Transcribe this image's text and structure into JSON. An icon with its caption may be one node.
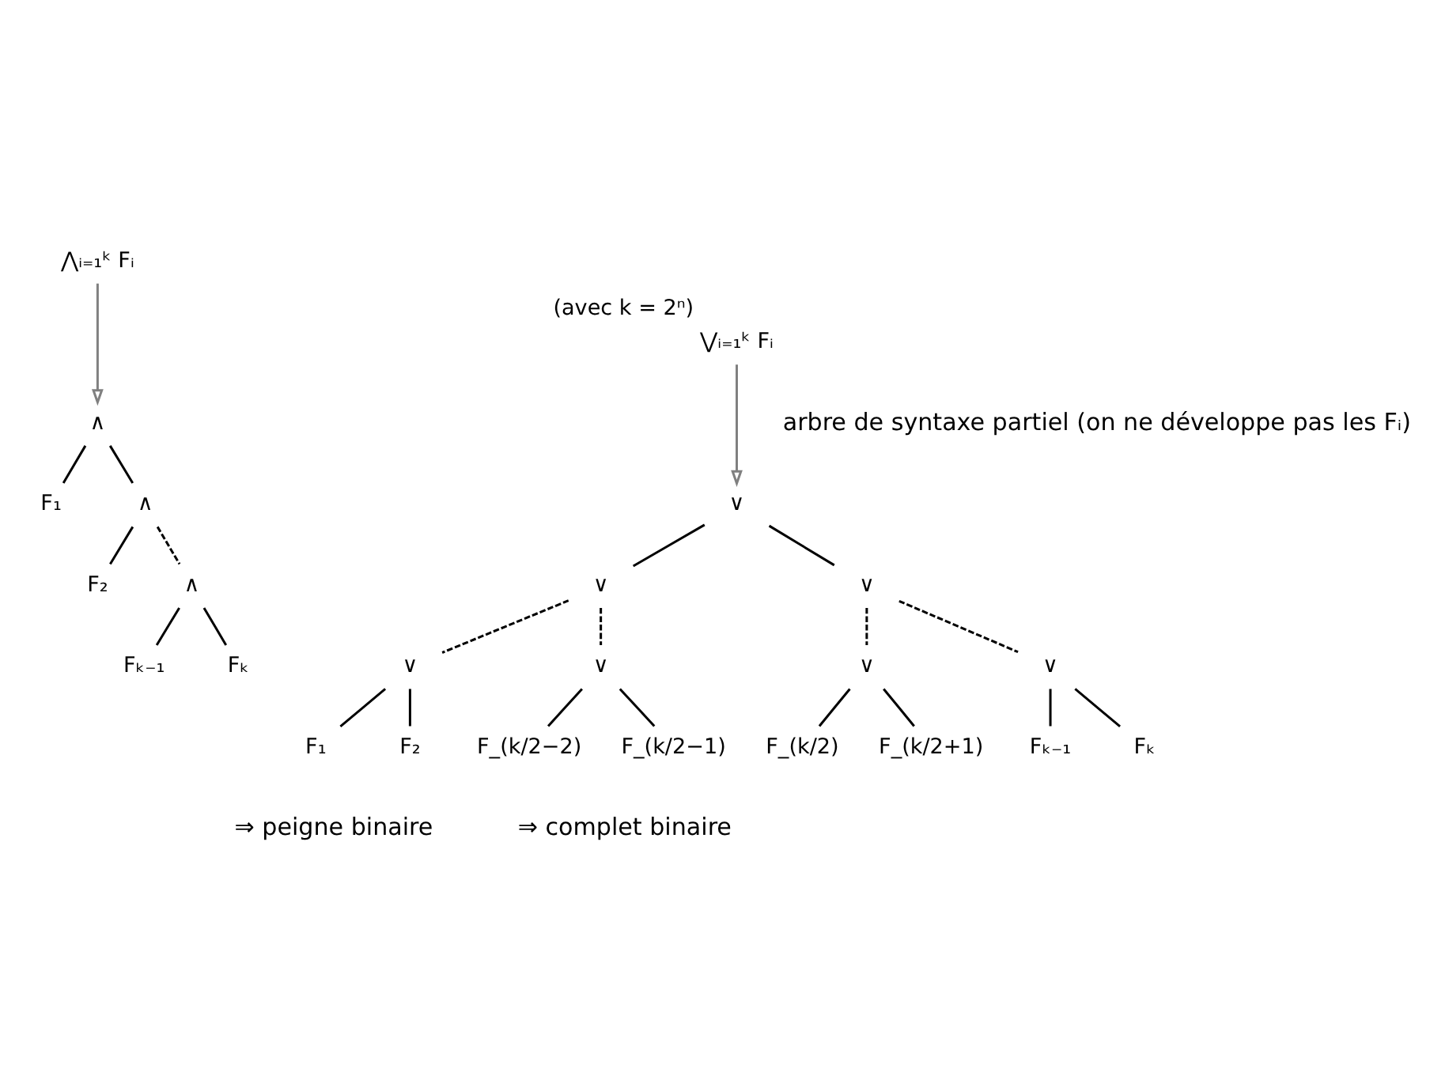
{
  "diagram": {
    "nodes": [
      {
        "text": [
          "⋀ᵢ₌₁ᵏ Fᵢ"
        ]
      },
      {
        "text": [
          "∧"
        ]
      },
      {
        "text": [
          "F₁"
        ]
      },
      {
        "text": [
          "∧"
        ]
      },
      {
        "text": [
          "F₂"
        ]
      },
      {
        "text": [
          "∧"
        ]
      },
      {
        "text": [
          "Fₖ₋₁"
        ]
      },
      {
        "text": [
          "Fₖ"
        ]
      },
      {
        "text": [
          "⋁ᵢ₌₁ᵏ Fᵢ"
        ],
        "beside": [
          "(avec k = 2ⁿ)"
        ]
      },
      {
        "text": [
          "∨"
        ]
      },
      {
        "text": [
          "∨"
        ]
      },
      {
        "text": [
          "∨"
        ]
      },
      {
        "text": [
          "∨"
        ]
      },
      {
        "text": [
          "∨"
        ]
      },
      {
        "text": [
          "F₁"
        ]
      },
      {
        "text": [
          "F₂"
        ]
      },
      {
        "text": [
          "F_(k/2−2)"
        ]
      },
      {
        "text": [
          "F_(k/2−1)"
        ]
      },
      {
        "text": [
          "∨"
        ]
      },
      {
        "text": [
          "∨"
        ]
      },
      {
        "text": [
          "F_(k/2)"
        ]
      },
      {
        "text": [
          "F_(k/2+1)"
        ]
      },
      {
        "text": [
          "Fₖ₋₁"
        ]
      },
      {
        "text": [
          "Fₖ"
        ]
      }
    ],
    "edges": [
      {
        "from": 0,
        "to": 1,
        "arrow": "to",
        "color": "#808080"
      },
      {
        "from": 1,
        "to": 2,
        "arrow": "none"
      },
      {
        "from": 1,
        "to": 3,
        "arrow": "none"
      },
      {
        "from": 3,
        "to": 4,
        "arrow": "none"
      },
      {
        "from": 3,
        "to": 5,
        "arrow": "none",
        "style": "dashed"
      },
      {
        "from": 5,
        "to": 6,
        "arrow": "none"
      },
      {
        "from": 5,
        "to": 7,
        "arrow": "none"
      },
      {
        "from": 8,
        "to": 9,
        "arrow": "to",
        "color": "#808080"
      },
      {
        "from": 9,
        "to": 10,
        "arrow": "none"
      },
      {
        "from": 9,
        "to": 11,
        "arrow": "none"
      },
      {
        "from": 10,
        "to": 12,
        "arrow": "none",
        "style": "dashed"
      },
      {
        "from": 10,
        "to": 13,
        "arrow": "none",
        "style": "dashed"
      },
      {
        "from": 12,
        "to": 14,
        "arrow": "none"
      },
      {
        "from": 12,
        "to": 15,
        "arrow": "none"
      },
      {
        "from": 13,
        "to": 16,
        "arrow": "none"
      },
      {
        "from": 13,
        "to": 17,
        "arrow": "none"
      },
      {
        "from": 11,
        "to": 18,
        "arrow": "none",
        "style": "dashed"
      },
      {
        "from": 11,
        "to": 19,
        "arrow": "none",
        "style": "dashed"
      },
      {
        "from": 18,
        "to": 20,
        "arrow": "none"
      },
      {
        "from": 18,
        "to": 21,
        "arrow": "none"
      },
      {
        "from": 19,
        "to": 22,
        "arrow": "none"
      },
      {
        "from": 19,
        "to": 23,
        "arrow": "none"
      }
    ],
    "labels": [
      "arbre de syntaxe partiel (on ne développe pas les Fᵢ)",
      "⇒ peigne binaire",
      "⇒ complet binaire"
    ]
  }
}
